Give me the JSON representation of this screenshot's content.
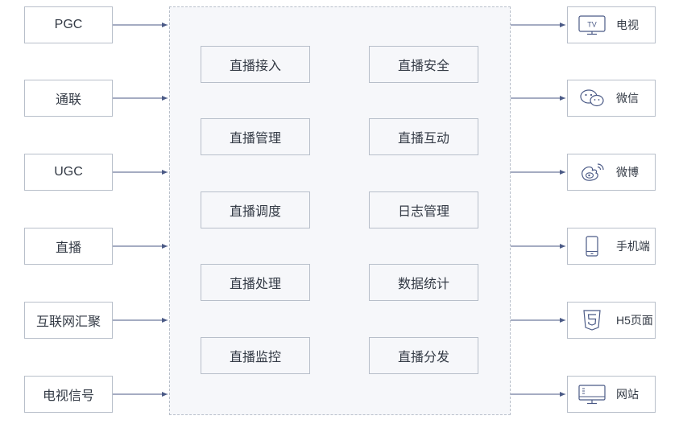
{
  "sources": [
    {
      "label": "PGC"
    },
    {
      "label": "通联"
    },
    {
      "label": "UGC"
    },
    {
      "label": "直播"
    },
    {
      "label": "互联网汇聚"
    },
    {
      "label": "电视信号"
    }
  ],
  "modules_left": [
    {
      "label": "直播接入"
    },
    {
      "label": "直播管理"
    },
    {
      "label": "直播调度"
    },
    {
      "label": "直播处理"
    },
    {
      "label": "直播监控"
    }
  ],
  "modules_right": [
    {
      "label": "直播安全"
    },
    {
      "label": "直播互动"
    },
    {
      "label": "日志管理"
    },
    {
      "label": "数据统计"
    },
    {
      "label": "直播分发"
    }
  ],
  "outputs": [
    {
      "label": "电视",
      "icon": "tv-icon",
      "icon_text": "TV"
    },
    {
      "label": "微信",
      "icon": "wechat-icon"
    },
    {
      "label": "微博",
      "icon": "weibo-icon"
    },
    {
      "label": "手机端",
      "icon": "phone-icon"
    },
    {
      "label": "H5页面",
      "icon": "html5-icon"
    },
    {
      "label": "网站",
      "icon": "monitor-icon"
    }
  ],
  "colors": {
    "border": "#b8bfca",
    "line": "#4b5a86",
    "panel": "#f6f7fa",
    "text": "#333a45"
  }
}
